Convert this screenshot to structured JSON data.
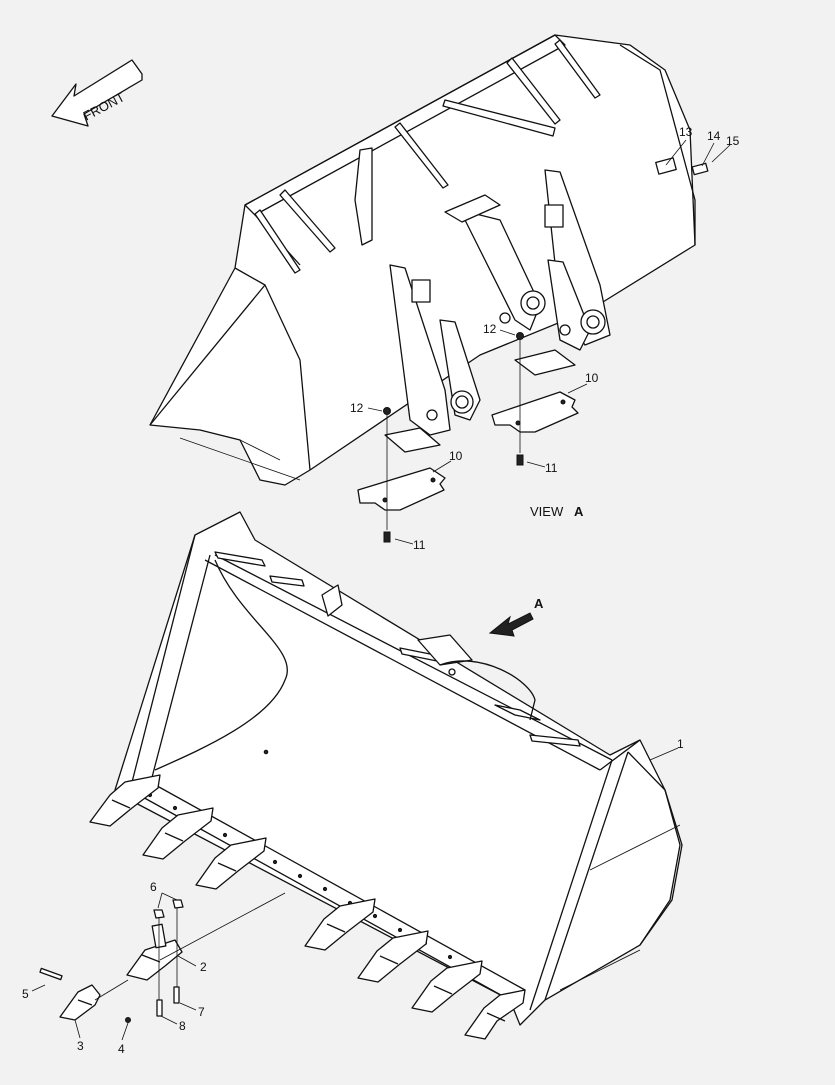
{
  "labels": {
    "front": "FRONT",
    "view_a": "VIEW",
    "view_a_letter": "A",
    "arrow_a": "A"
  },
  "callouts": {
    "c1": "1",
    "c2": "2",
    "c3": "3",
    "c4": "4",
    "c5": "5",
    "c6": "6",
    "c7": "7",
    "c8": "8",
    "c10a": "10",
    "c10b": "10",
    "c11a": "11",
    "c11b": "11",
    "c12a": "12",
    "c12b": "12",
    "c13": "13",
    "c14": "14",
    "c15": "15"
  }
}
